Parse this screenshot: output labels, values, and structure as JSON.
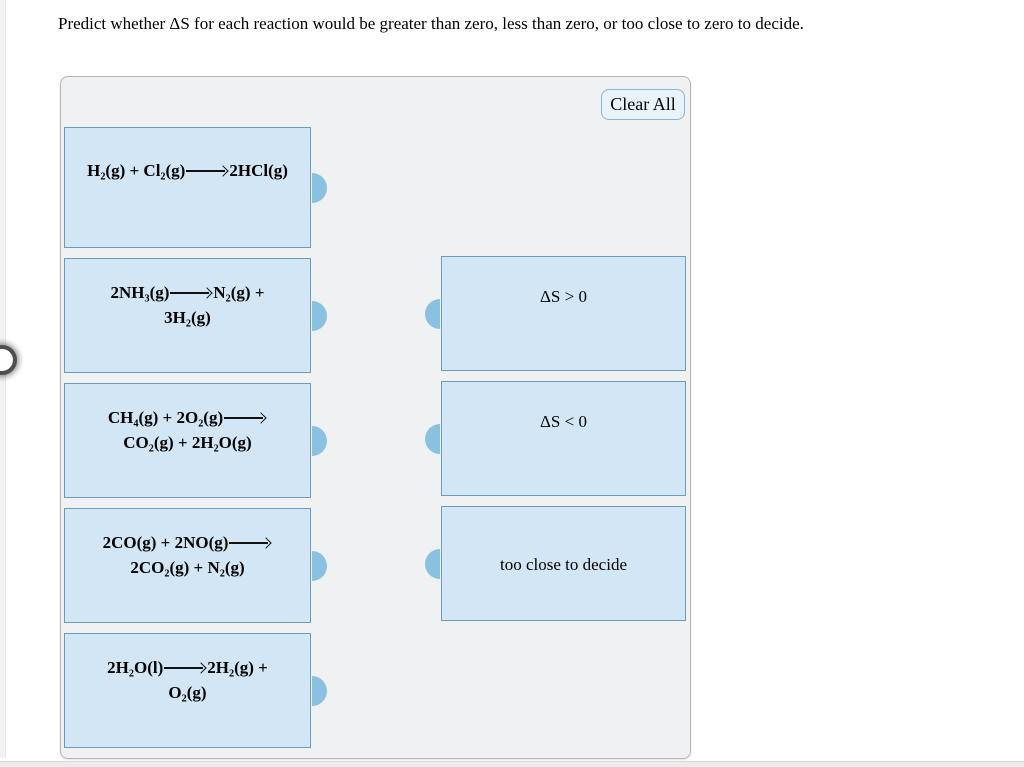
{
  "prompt": "Predict whether ΔS for each reaction would be greater than zero, less than zero, or too close to zero to decide.",
  "toolbar": {
    "clear_all_label": "Clear All"
  },
  "reactions": [
    {
      "reactants": "H₂(g) + Cl₂(g)",
      "products_line1": "2HCl(g)",
      "products_line2": ""
    },
    {
      "reactants": "2NH₃(g)",
      "products_line1": "N₂(g) +",
      "products_line2": "3H₂(g)"
    },
    {
      "reactants": "CH₄(g) + 2O₂(g)",
      "products_line1": "",
      "products_line2": "CO₂(g) + 2H₂O(g)"
    },
    {
      "reactants": "2CO(g) + 2NO(g)",
      "products_line1": "",
      "products_line2": "2CO₂(g) + N₂(g)"
    },
    {
      "reactants": "2H₂O(l)",
      "products_line1": "2H₂(g) +",
      "products_line2": "O₂(g)"
    }
  ],
  "bins": [
    {
      "label": "ΔS > 0"
    },
    {
      "label": "ΔS < 0"
    },
    {
      "label": "too close to decide"
    }
  ],
  "colors": {
    "card_fill": "#d2e6f5",
    "card_border": "#6d9cba",
    "connector": "#8ac1e1",
    "panel_bg": "#f0f1f2",
    "panel_border": "#b3b7bb",
    "button_bg": "#e9f3fb",
    "button_border": "#86b7d7"
  }
}
